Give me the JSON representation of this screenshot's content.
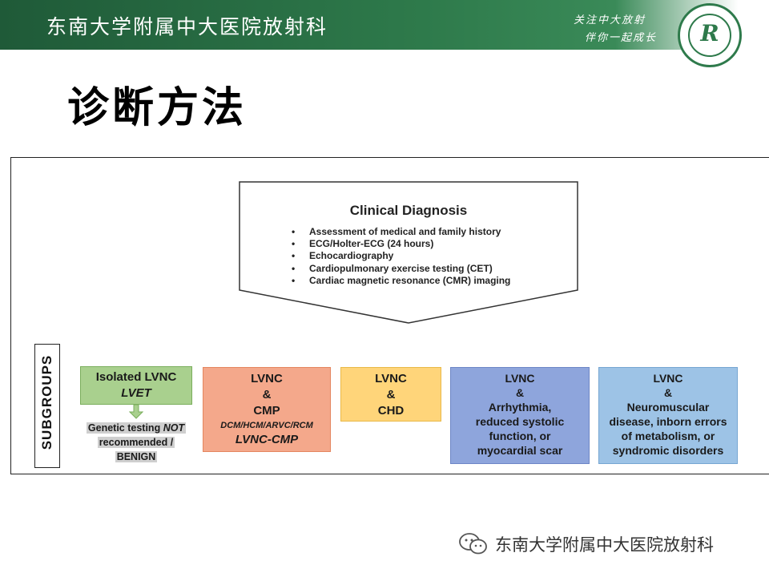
{
  "header": {
    "banner_title": "东南大学附属中大医院放射科",
    "slogan_line1": "关注中大放射",
    "slogan_line2": "伴你一起成长",
    "logo_mark": "R",
    "accent_color": "#2e7a4b"
  },
  "page_title": "诊断方法",
  "diagnosis": {
    "title": "Clinical Diagnosis",
    "items": [
      "Assessment of medical and family history",
      "ECG/Holter-ECG (24 hours)",
      "Echocardiography",
      "Cardiopulmonary  exercise testing (CET)",
      "Cardiac magnetic resonance (CMR) imaging"
    ]
  },
  "subgroups_label": "SUBGROUPS",
  "cards": {
    "isolated": {
      "line1": "Isolated LVNC",
      "line2": "LVET",
      "color": "#a9d08e"
    },
    "cmp": {
      "line1": "LVNC",
      "line2": "&",
      "line3": "CMP",
      "line4": "DCM/HCM/ARVC/RCM",
      "line5": "LVNC-CMP",
      "color": "#f4a88b"
    },
    "chd": {
      "line1": "LVNC",
      "line2": "&",
      "line3": "CHD",
      "color": "#ffd57a"
    },
    "arrhythmia": {
      "line1": "LVNC",
      "line2": "&",
      "line3": "Arrhythmia,",
      "line4": "reduced systolic",
      "line5": "function, or",
      "line6": "myocardial scar",
      "color": "#8ea5dc"
    },
    "neuro": {
      "line1": "LVNC",
      "line2": "&",
      "line3": "Neuromuscular",
      "line4": "disease, inborn errors",
      "line5": "of metabolism,  or",
      "line6": "syndromic disorders",
      "color": "#9dc3e6"
    }
  },
  "genetic": {
    "line1_a": "Genetic testing ",
    "line1_b": "NOT",
    "line2": "recommended /",
    "line3": "BENIGN"
  },
  "footer": {
    "icon": "wechat-icon",
    "text": "东南大学附属中大医院放射科"
  }
}
